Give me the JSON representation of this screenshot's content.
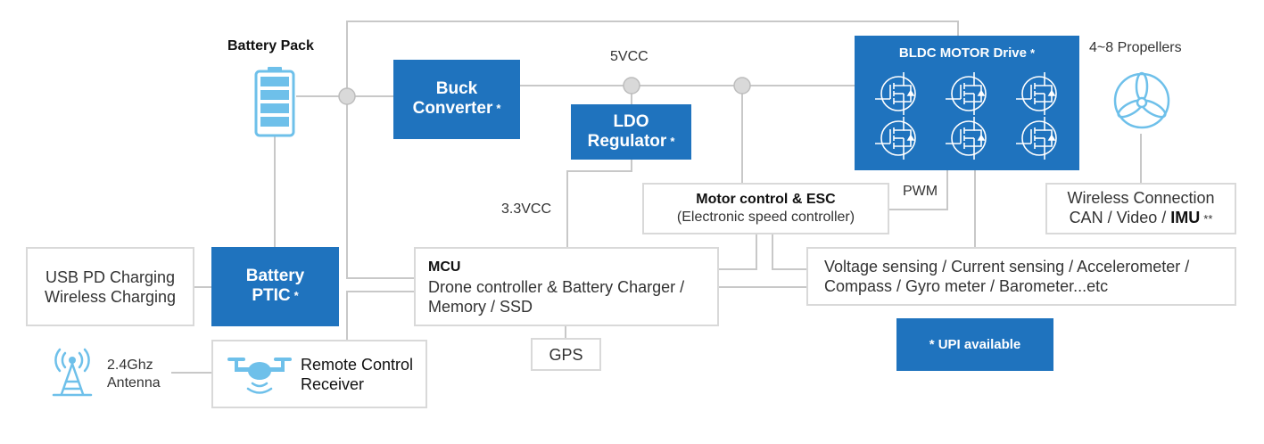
{
  "labels": {
    "battery_pack": "Battery Pack",
    "vcc5": "5VCC",
    "vcc33": "3.3VCC",
    "pwm": "PWM",
    "propellers": "4~8 Propellers",
    "antenna_line1": "2.4Ghz",
    "antenna_line2": "Antenna"
  },
  "blocks": {
    "buck": {
      "line1": "Buck",
      "line2": "Converter",
      "mark": "*"
    },
    "ldo": {
      "line1": "LDO",
      "line2": "Regulator",
      "mark": "*"
    },
    "bldc": {
      "title": "BLDC MOTOR Drive",
      "mark": "*"
    },
    "battery_ptic": {
      "line1": "Battery",
      "line2": "PTIC",
      "mark": "*"
    },
    "upi": {
      "text": "* UPI available"
    }
  },
  "boxes": {
    "usb": {
      "line1": "USB PD Charging",
      "line2": "Wireless Charging"
    },
    "motor_control": {
      "line1": "Motor control & ESC",
      "line2": "(Electronic speed controller)"
    },
    "wireless": {
      "line1": "Wireless Connection",
      "line2_prefix": "CAN / Video / ",
      "line2_bold": "IMU",
      "mark": "**"
    },
    "mcu": {
      "title": "MCU",
      "line1": "Drone controller & Battery Charger /",
      "line2": "Memory / SSD"
    },
    "sensing": {
      "line1": "Voltage sensing / Current sensing / Accelerometer /",
      "line2": "Compass / Gyro meter / Barometer...etc"
    },
    "gps": {
      "text": "GPS"
    },
    "remote": {
      "line1": "Remote Control",
      "line2": "Receiver"
    }
  },
  "colors": {
    "blue": "#1f73be",
    "light_blue": "#6ec0ea",
    "line": "#c8c8c8",
    "border": "#d9d9d9"
  },
  "icons": [
    "battery-icon",
    "mosfet-icon",
    "propeller-icon",
    "antenna-icon",
    "drone-icon"
  ]
}
